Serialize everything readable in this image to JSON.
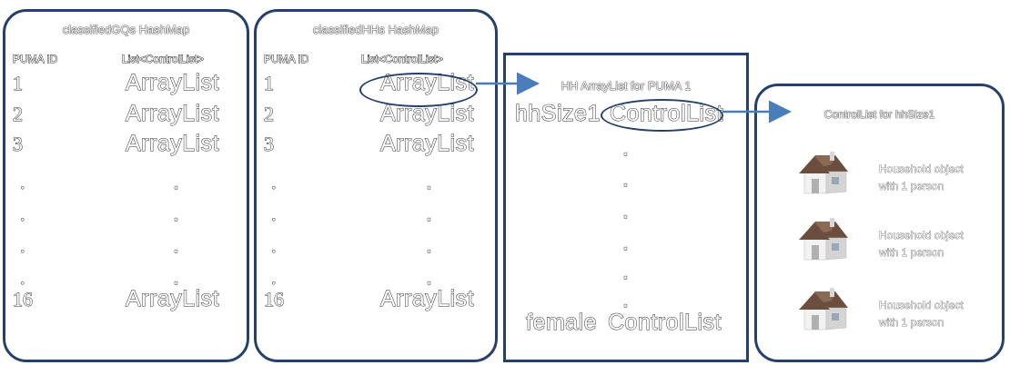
{
  "panel1": {
    "title": "classifiedGQs HashMap",
    "col_id": "PUMA ID",
    "col_list": "List<ControlList>",
    "rows": [
      {
        "id": "1",
        "val": "ArrayList"
      },
      {
        "id": "2",
        "val": "ArrayList"
      },
      {
        "id": "3",
        "val": "ArrayList"
      },
      {
        "id": ".",
        "val": "."
      },
      {
        "id": ".",
        "val": "."
      },
      {
        "id": ".",
        "val": "."
      },
      {
        "id": ".",
        "val": "."
      },
      {
        "id": "16",
        "val": "ArrayList"
      }
    ]
  },
  "panel2": {
    "title": "classifiedHHs HashMap",
    "col_id": "PUMA ID",
    "col_list": "List<ControlList>",
    "rows": [
      {
        "id": "1",
        "val": "ArrayList"
      },
      {
        "id": "2",
        "val": "ArrayList"
      },
      {
        "id": "3",
        "val": "ArrayList"
      },
      {
        "id": ".",
        "val": "."
      },
      {
        "id": ".",
        "val": "."
      },
      {
        "id": ".",
        "val": "."
      },
      {
        "id": ".",
        "val": "."
      },
      {
        "id": "16",
        "val": "ArrayList"
      }
    ]
  },
  "panel3": {
    "title": "HH ArrayList for PUMA 1",
    "first_key": "hhSize1",
    "first_val": "ControlList",
    "dots": [
      ".",
      ".",
      ".",
      ".",
      ".",
      "."
    ],
    "last_key": "female",
    "last_val": "ControlList"
  },
  "panel4": {
    "title": "ControlList for hhSize1",
    "households": [
      {
        "line1": "Household object",
        "line2": "with 1 person"
      },
      {
        "line1": "Household object",
        "line2": "with 1 person"
      },
      {
        "line1": "Household object",
        "line2": "with 1 person"
      }
    ]
  },
  "colors": {
    "border": "#24406b",
    "arrow": "#4a7ebb",
    "roof": "#6b4e3d",
    "wall": "#e9e9e9"
  },
  "icons": [
    "house-icon",
    "arrow-right-icon"
  ]
}
